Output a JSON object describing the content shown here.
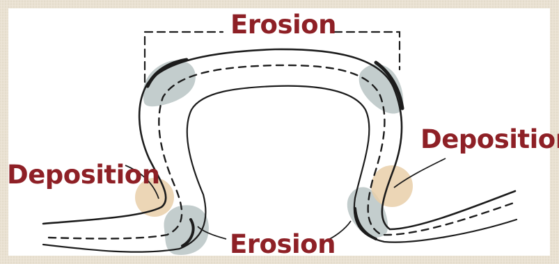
{
  "diagram": {
    "labels": {
      "erosion_top": "Erosion",
      "deposition_left": "Deposition",
      "deposition_right": "Deposition",
      "erosion_bottom": "Erosion"
    },
    "colors": {
      "label_text": "#8e2026",
      "erosion_zone": "#c3cdcd",
      "deposition_zone": "#e9cfa9",
      "river_channel": "#ffffff",
      "bank_line": "#1c1c1c",
      "paper_background": "#e9e1d2"
    },
    "zones": [
      {
        "type": "erosion",
        "location": "outer bank, upper left of bend"
      },
      {
        "type": "erosion",
        "location": "outer bank, upper right of bend"
      },
      {
        "type": "erosion",
        "location": "lower left bank near neck"
      },
      {
        "type": "erosion",
        "location": "lower right bank near neck"
      },
      {
        "type": "deposition",
        "location": "inner bank, left"
      },
      {
        "type": "deposition",
        "location": "inner bank, right"
      }
    ]
  }
}
